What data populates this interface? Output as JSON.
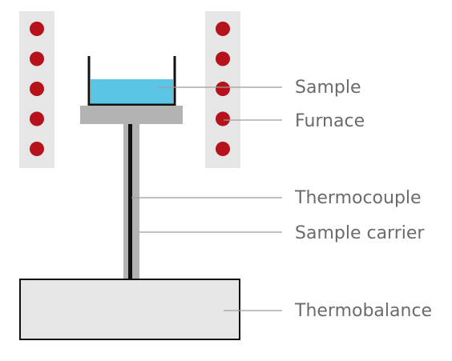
{
  "labels": {
    "sample": "Sample",
    "furnace": "Furnace",
    "thermocouple": "Thermocouple",
    "sample_carrier": "Sample carrier",
    "thermobalance": "Thermobalance"
  },
  "colors": {
    "furnace_panel": "#e6e6e6",
    "heating_element": "#b5121b",
    "sample_liquid": "#5bc5e6",
    "crucible_wall": "#111111",
    "carrier_plate": "#b3b3b3",
    "sleeve": "#b3b3b3",
    "thermocouple_rod": "#111111",
    "thermobalance_fill": "#e6e6e6",
    "thermobalance_border": "#111111",
    "leader_line": "#9e9e9e",
    "label_text": "#6b6b6b"
  },
  "furnace": {
    "heating_elements_per_side": 5
  }
}
